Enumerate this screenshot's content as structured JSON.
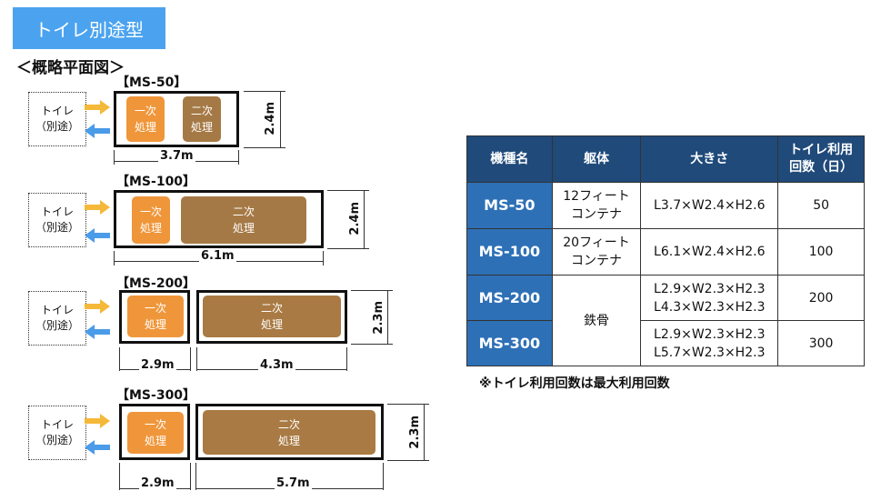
{
  "page": {
    "title": "トイレ別途型",
    "subtitle": "＜概略平面図＞"
  },
  "toilet": {
    "line1": "トイレ",
    "line2": "（別途）"
  },
  "colors": {
    "title_bg": "#4ba3ef",
    "primary_treatment": "#f0963a",
    "secondary_treatment": "#a57945",
    "arrow_in": "#f5b93a",
    "arrow_out": "#4a9be8",
    "table_header": "#1f4a7a",
    "table_model": "#2e70b6"
  },
  "diagrams": [
    {
      "label": "【MS-50】",
      "primary": {
        "line1": "一次",
        "line2": "処理"
      },
      "secondary": {
        "line1": "二次",
        "line2": "処理"
      },
      "height_dim": "2.4m",
      "width_dims": [
        "3.7m"
      ]
    },
    {
      "label": "【MS-100】",
      "primary": {
        "line1": "一次",
        "line2": "処理"
      },
      "secondary": {
        "line1": "二次",
        "line2": "処理"
      },
      "height_dim": "2.4m",
      "width_dims": [
        "6.1m"
      ]
    },
    {
      "label": "【MS-200】",
      "primary": {
        "line1": "一次",
        "line2": "処理"
      },
      "secondary": {
        "line1": "二次",
        "line2": "処理"
      },
      "height_dim": "2.3m",
      "width_dims": [
        "2.9m",
        "4.3m"
      ]
    },
    {
      "label": "【MS-300】",
      "primary": {
        "line1": "一次",
        "line2": "処理"
      },
      "secondary": {
        "line1": "二次",
        "line2": "処理"
      },
      "height_dim": "2.3m",
      "width_dims": [
        "2.9m",
        "5.7m"
      ]
    }
  ],
  "table": {
    "headers": [
      "機種名",
      "躯体",
      "大きさ",
      "トイレ利用\n回数（日）"
    ],
    "rows": [
      {
        "model": "MS-50",
        "body": "12フィート\nコンテナ",
        "size": "L3.7×W2.4×H2.6",
        "uses": "50"
      },
      {
        "model": "MS-100",
        "body": "20フィート\nコンテナ",
        "size": "L6.1×W2.4×H2.6",
        "uses": "100"
      },
      {
        "model": "MS-200",
        "body": "鉄骨",
        "size": "L2.9×W2.3×H2.3\nL4.3×W2.3×H2.3",
        "uses": "200"
      },
      {
        "model": "MS-300",
        "body": "鉄骨",
        "size": "L2.9×W2.3×H2.3\nL5.7×W2.3×H2.3",
        "uses": "300"
      }
    ]
  },
  "note": "※トイレ利用回数は最大利用回数"
}
